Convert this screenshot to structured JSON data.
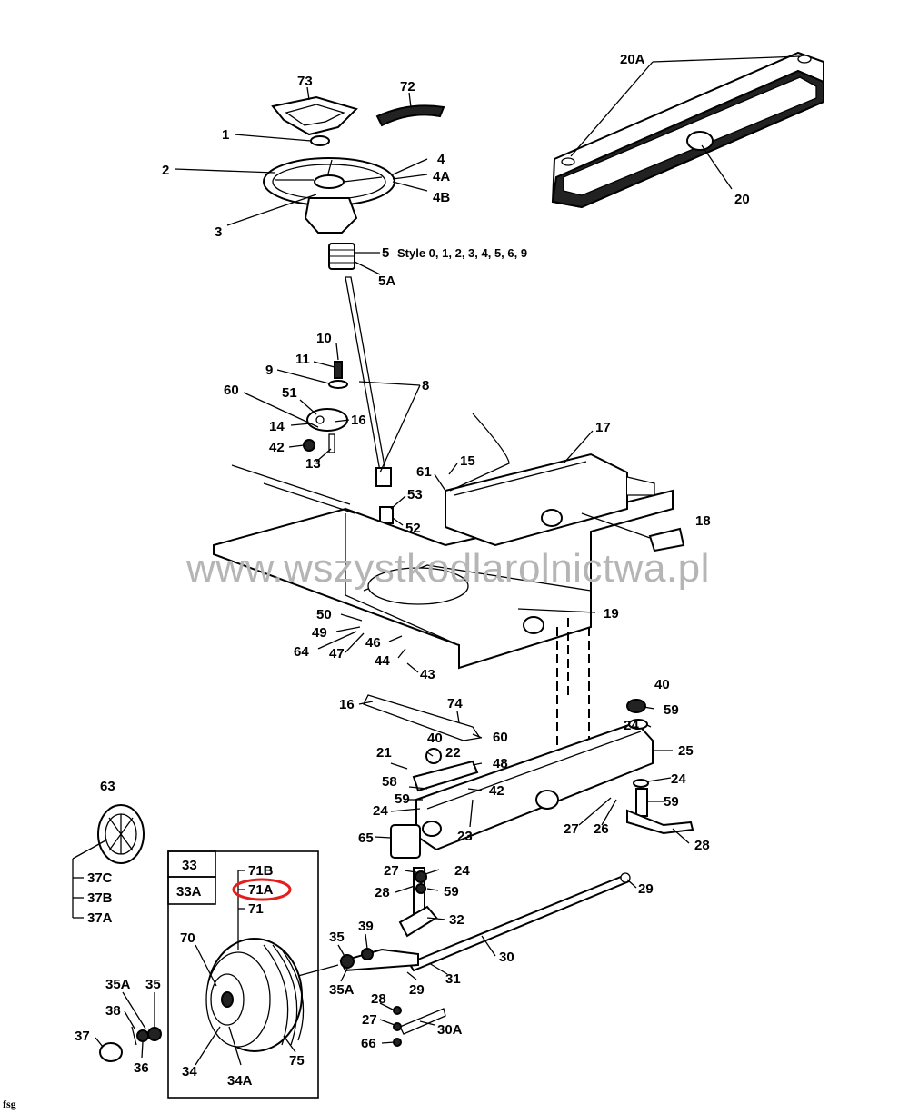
{
  "labels": {
    "l73": "73",
    "l72": "72",
    "l1": "1",
    "l2": "2",
    "l3": "3",
    "l4": "4",
    "l4a": "4A",
    "l4b": "4B",
    "l5": "5",
    "l5style": "Style 0, 1, 2, 3, 4, 5, 6, 9",
    "l5a": "5A",
    "l20a": "20A",
    "l20": "20",
    "l10": "10",
    "l11": "11",
    "l9": "9",
    "l8": "8",
    "l60": "60",
    "l51": "51",
    "l14": "14",
    "l16a": "16",
    "l42a": "42",
    "l13": "13",
    "l17": "17",
    "l15": "15",
    "l61": "61",
    "l53": "53",
    "l52": "52",
    "l18": "18",
    "l19": "19",
    "l50": "50",
    "l49": "49",
    "l64": "64",
    "l47": "47",
    "l46": "46",
    "l44": "44",
    "l43": "43",
    "l16b": "16",
    "l74": "74",
    "l40a": "40",
    "l59a": "59",
    "l24a": "24",
    "l25": "25",
    "l40b": "40",
    "l60b": "60",
    "l21": "21",
    "l22": "22",
    "l48": "48",
    "l58": "58",
    "l42b": "42",
    "l59b": "59",
    "l24b": "24",
    "l24c": "24",
    "l59c": "59",
    "l27a": "27",
    "l26": "26",
    "l23": "23",
    "l65": "65",
    "l28a": "28",
    "l27b": "27",
    "l24d": "24",
    "l28b": "28",
    "l59d": "59",
    "l29a": "29",
    "l63": "63",
    "l37c": "37C",
    "l37b": "37B",
    "l37a": "37A",
    "l33": "33",
    "l33a": "33A",
    "l71b": "71B",
    "l71a": "71A",
    "l71": "71",
    "l70": "70",
    "l35a": "35",
    "l35aa": "35A",
    "l39": "39",
    "l32": "32",
    "l30": "30",
    "l35b": "35",
    "l35ab": "35A",
    "l38": "38",
    "l29b": "29",
    "l31": "31",
    "l37": "37",
    "l36": "36",
    "l34": "34",
    "l34a": "34A",
    "l75": "75",
    "l28c": "28",
    "l27c": "27",
    "l30a": "30A",
    "l66": "66"
  },
  "watermark": "www.wszystkodlarolnictwa.pl",
  "footer": "fsg",
  "highlight_color": "#e41d1d",
  "highlighted_part": "71A"
}
